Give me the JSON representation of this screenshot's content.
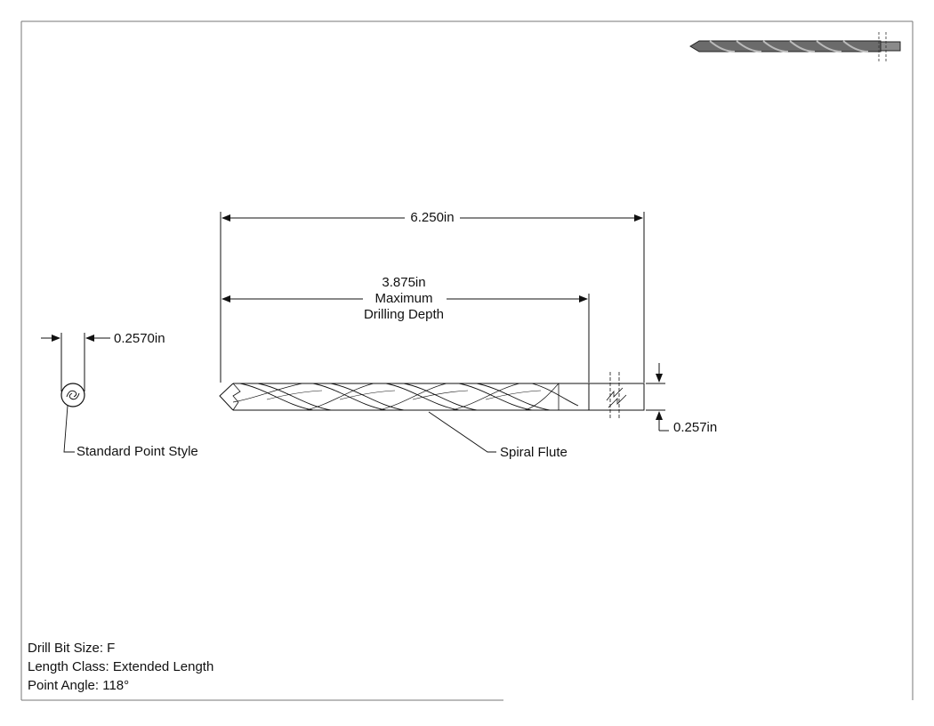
{
  "dimensions": {
    "overall_length": "6.250in",
    "drilling_depth_value": "3.875in",
    "drilling_depth_line1": "Maximum",
    "drilling_depth_line2": "Drilling Depth",
    "end_view_diameter": "0.2570in",
    "shank_diameter": "0.257in"
  },
  "callouts": {
    "point_style": "Standard Point Style",
    "flute": "Spiral Flute"
  },
  "notes": {
    "size": "Drill Bit Size: F",
    "length_class": "Length Class: Extended Length",
    "point_angle": "Point Angle: 118°"
  }
}
